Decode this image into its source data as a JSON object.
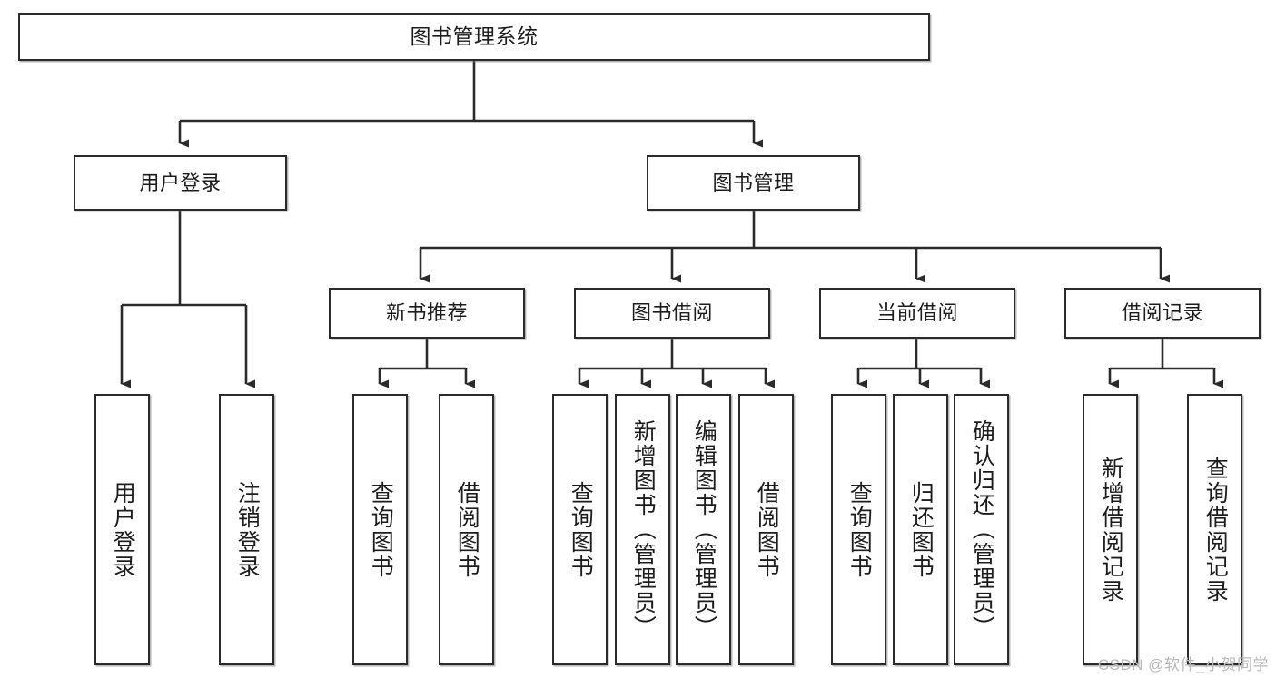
{
  "diagram": {
    "title": "图书管理系统",
    "type": "tree",
    "watermark": "CSDN @软件_小贺同学",
    "colors": {
      "stroke": "#2b2b2b",
      "fill": "#ffffff",
      "text": "#1c1c1c",
      "watermark": "#b9b9b9"
    },
    "root": {
      "label": "图书管理系统"
    },
    "level2": [
      {
        "label": "用户登录"
      },
      {
        "label": "图书管理"
      }
    ],
    "level3": [
      {
        "label": "新书推荐"
      },
      {
        "label": "图书借阅"
      },
      {
        "label": "当前借阅"
      },
      {
        "label": "借阅记录"
      }
    ],
    "leaves": {
      "user_login": [
        {
          "label": "用户登录"
        },
        {
          "label": "注销登录"
        }
      ],
      "new_book_recommend": [
        {
          "label": "查询图书"
        },
        {
          "label": "借阅图书"
        }
      ],
      "book_borrow": [
        {
          "label": "查询图书"
        },
        {
          "label": "新增图书（管理员）"
        },
        {
          "label": "编辑图书（管理员）"
        },
        {
          "label": "借阅图书"
        }
      ],
      "current_borrow": [
        {
          "label": "查询图书"
        },
        {
          "label": "归还图书"
        },
        {
          "label": "确认归还（管理员）"
        }
      ],
      "borrow_records": [
        {
          "label": "新增借阅记录"
        },
        {
          "label": "查询借阅记录"
        }
      ]
    }
  }
}
